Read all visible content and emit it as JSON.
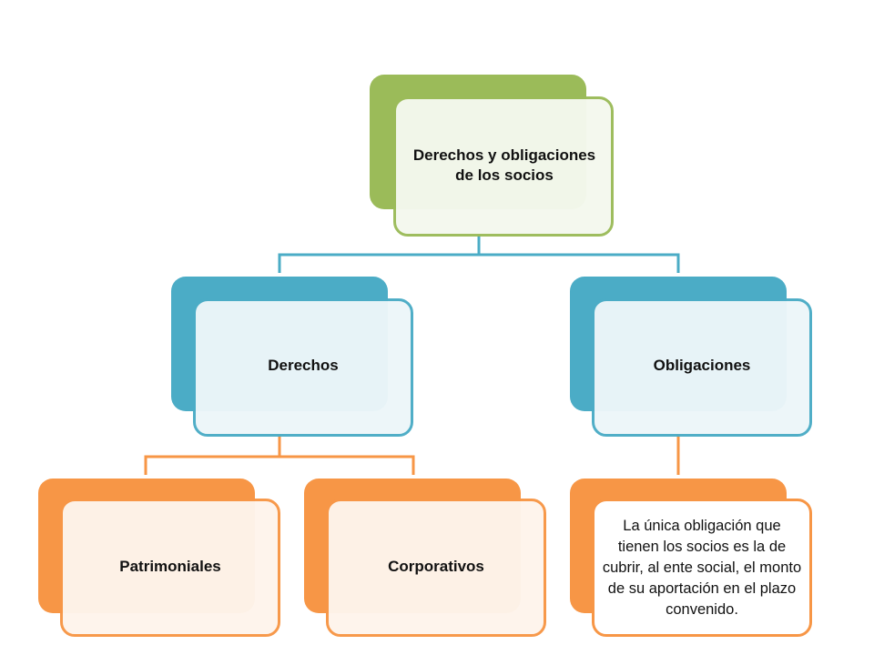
{
  "colors": {
    "green_back": "#9bbb59",
    "green_border": "#9bbb59",
    "green_fill": "#f4f8ee",
    "blue_back": "#4bacc6",
    "blue_border": "#4bacc6",
    "blue_fill": "#edf6f9",
    "orange_back": "#f79646",
    "orange_border": "#f79646",
    "orange_fill": "#fef4ec",
    "connector_blue": "#4bacc6",
    "connector_orange": "#f79646"
  },
  "diagram": {
    "root": {
      "label": "Derechos y obligaciones de los socios"
    },
    "rights": {
      "label": "Derechos"
    },
    "obligations": {
      "label": "Obligaciones"
    },
    "patrimonial": {
      "label": "Patrimoniales"
    },
    "corporate": {
      "label": "Corporativos"
    },
    "obligation_detail": {
      "label": "La única obligación que tienen los socios es la de cubrir, al ente social, el monto de su aportación en el plazo convenido."
    }
  }
}
